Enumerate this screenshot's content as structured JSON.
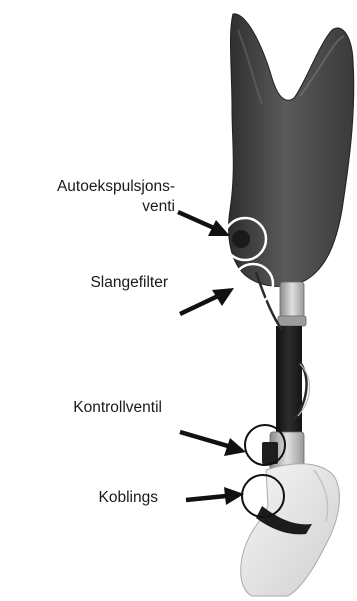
{
  "labels": {
    "auto_line1": "Autoekspulsjons-",
    "auto_line2": "venti",
    "slangefilter": "Slangefilter",
    "kontrollventil": "Kontrollventil",
    "koblings": "Koblings"
  },
  "colors": {
    "socket_dark": "#3a3a3a",
    "socket_mid": "#565656",
    "pylon": "#1f1f1f",
    "metal": "#b8b8b8",
    "foot": "#e9e9e9",
    "annotation": "#111111",
    "circle": "#ffffff"
  }
}
